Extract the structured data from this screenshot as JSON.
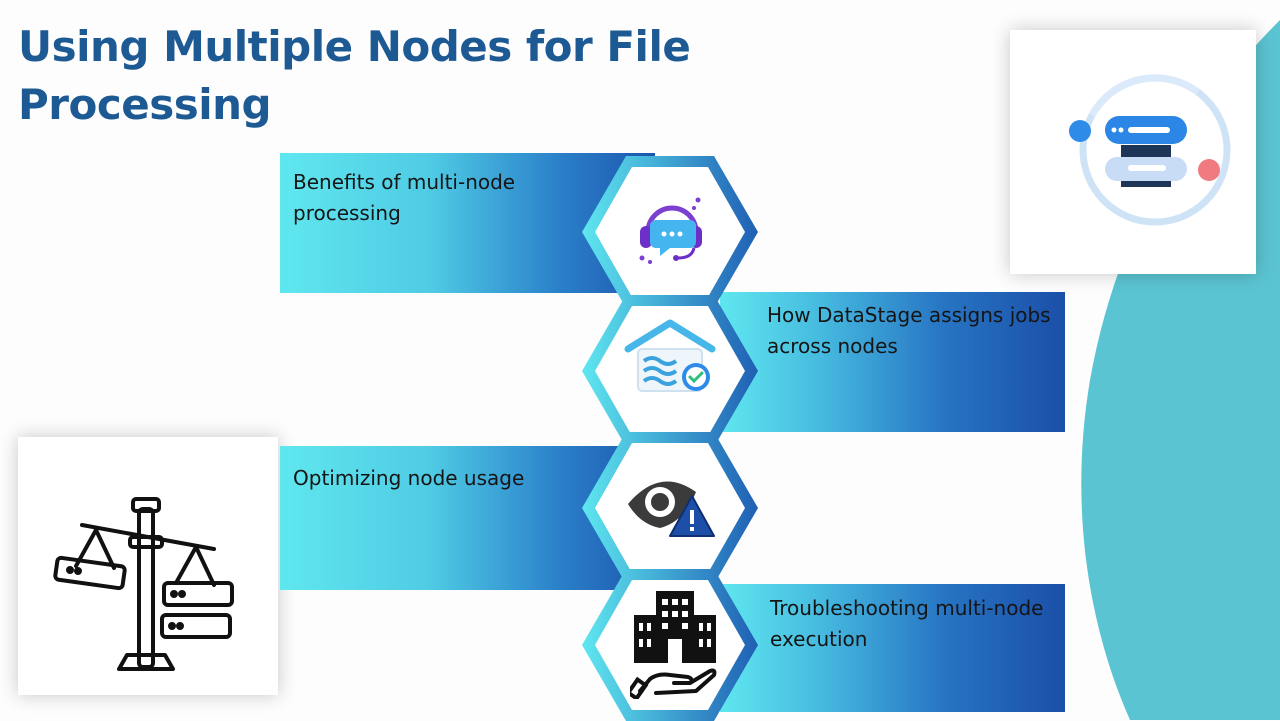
{
  "slide": {
    "title": "Using Multiple Nodes for File Processing"
  },
  "steps": [
    {
      "label": "Benefits of multi-node processing",
      "icon": "headset-chat-icon"
    },
    {
      "label": "How DataStage assigns jobs across nodes",
      "icon": "house-check-icon"
    },
    {
      "label": "Optimizing node usage",
      "icon": "eye-warning-icon"
    },
    {
      "label": "Troubleshooting multi-node execution",
      "icon": "building-hand-icon"
    }
  ],
  "images": {
    "top_right": "server-cycle-icon",
    "bottom_left": "server-balance-scale-icon"
  },
  "colors": {
    "title": "#1d5a93",
    "cyan": "#5fe7ef",
    "navy": "#1d55ad",
    "teal_curve": "#5bc4d2"
  }
}
